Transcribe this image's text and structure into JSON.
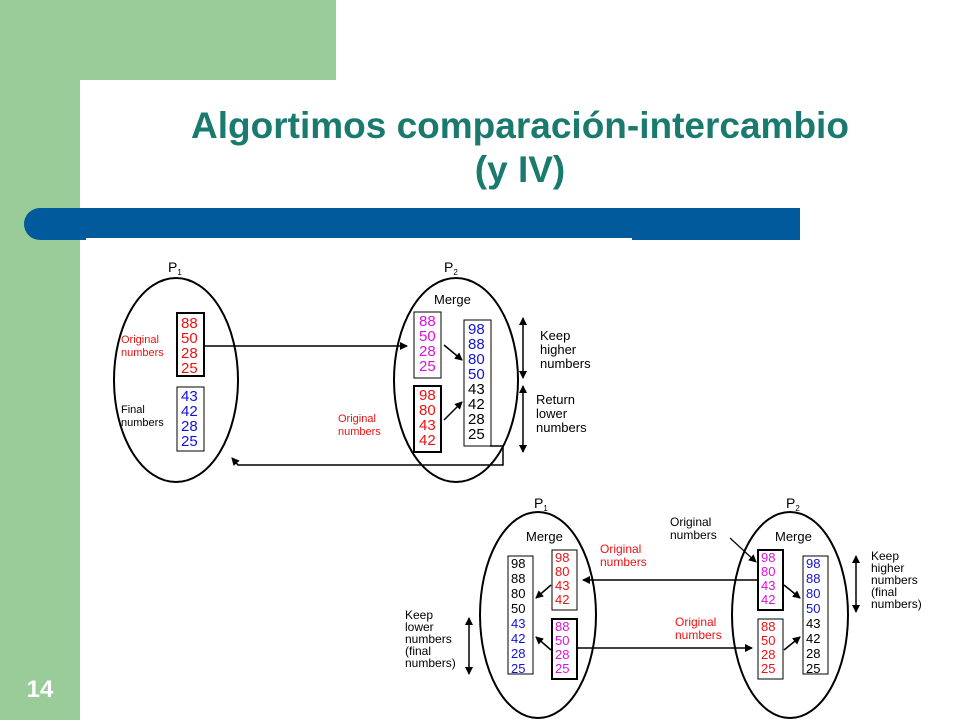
{
  "slide": {
    "title_line1": "Algortimos comparación-intercambio",
    "title_line2": "(y IV)",
    "number": "14"
  },
  "diagram": {
    "top": {
      "p1_label": "P",
      "p1_sub": "1",
      "p2_label": "P",
      "p2_sub": "2",
      "merge_label": "Merge",
      "original_numbers_p1": [
        "Original",
        "numbers"
      ],
      "final_numbers": [
        "Final",
        "numbers"
      ],
      "original_numbers_p2": [
        "Original",
        "numbers"
      ],
      "keep_higher": [
        "Keep",
        "higher",
        "numbers"
      ],
      "return_lower": [
        "Return",
        "lower",
        "numbers"
      ],
      "p1_original_values": [
        "88",
        "50",
        "28",
        "25"
      ],
      "p1_final_values": [
        "43",
        "42",
        "28",
        "25"
      ],
      "p2_sent_values": [
        "88",
        "50",
        "28",
        "25"
      ],
      "p2_original_values": [
        "98",
        "80",
        "43",
        "42"
      ],
      "merged_high_values": [
        "98",
        "88",
        "80",
        "50"
      ],
      "merged_low_values": [
        "43",
        "42",
        "28",
        "25"
      ]
    },
    "bottom": {
      "p1_label": "P",
      "p1_sub": "1",
      "p2_label": "P",
      "p2_sub": "2",
      "merge_label_p1": "Merge",
      "merge_label_p2": "Merge",
      "original_numbers_top": [
        "Original",
        "numbers"
      ],
      "original_numbers_mid": [
        "Original",
        "numbers"
      ],
      "original_numbers_bottom": [
        "Original",
        "numbers"
      ],
      "keep_lower": [
        "Keep",
        "lower",
        "numbers",
        "(final",
        "numbers)"
      ],
      "keep_higher": [
        "Keep",
        "higher",
        "numbers",
        "(final",
        "numbers)"
      ],
      "p1_merged_values": [
        "98",
        "88",
        "80",
        "50",
        "43",
        "42",
        "28",
        "25"
      ],
      "p1_received_values": [
        "98",
        "80",
        "43",
        "42"
      ],
      "p1_original_values": [
        "88",
        "50",
        "28",
        "25"
      ],
      "p2_original_values": [
        "98",
        "80",
        "43",
        "42"
      ],
      "p2_received_values": [
        "88",
        "50",
        "28",
        "25"
      ],
      "p2_merged_values": [
        "98",
        "88",
        "80",
        "50",
        "43",
        "42",
        "28",
        "25"
      ]
    }
  },
  "colors": {
    "sidebar": "#99cc99",
    "title": "#1a7a6e",
    "bar": "#005a9c",
    "red": "#ee1111",
    "blue": "#1111dd",
    "magenta": "#dd11dd",
    "black": "#000000"
  }
}
